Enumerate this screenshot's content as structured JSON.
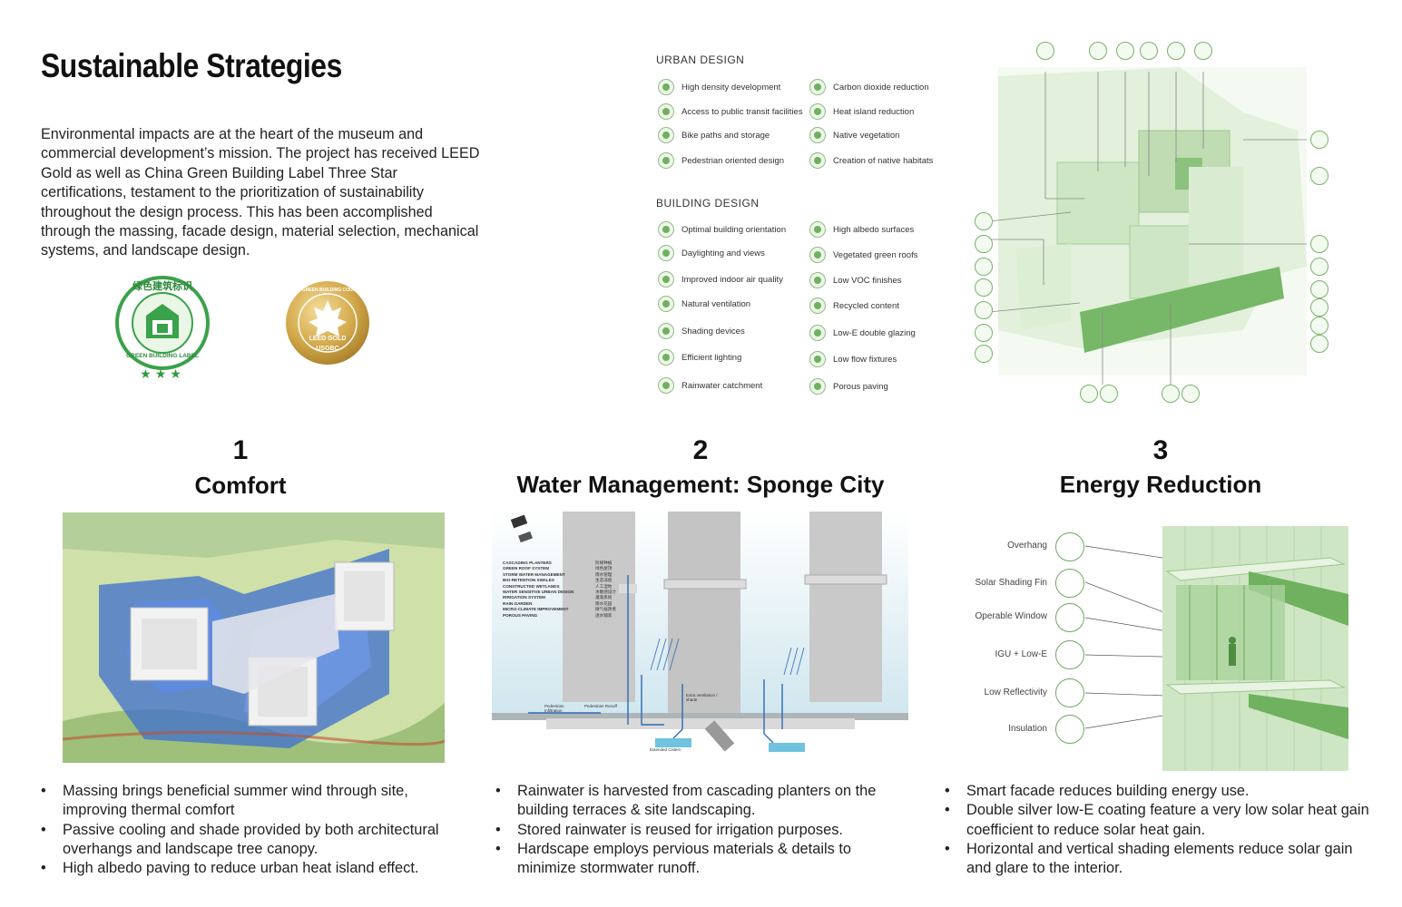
{
  "header": {
    "title": "Sustainable Strategies",
    "intro": "Environmental impacts are at the heart of the museum and commercial development’s mission. The project has received LEED Gold as well as China Green Building Label Three Star certifications, testament to the prioritization of sustainability throughout the design process. This has been accomplished through the massing, facade design, material selection, mechanical systems, and landscape design."
  },
  "badges": {
    "china_label": {
      "chinese": "绿色建筑标识",
      "english": "GREEN BUILDING LABEL",
      "stars": "★★★"
    },
    "leed": {
      "ring": "U.S. GREEN BUILDING COUNCIL",
      "level": "LEED GOLD",
      "org": "USGBC"
    }
  },
  "legend": {
    "urban_heading": "URBAN DESIGN",
    "urban_left": [
      "High density development",
      "Access to public transit facilities",
      "Bike paths and storage",
      "Pedestrian oriented design"
    ],
    "urban_right": [
      "Carbon dioxide reduction",
      "Heat island reduction",
      "Native vegetation",
      "Creation of native habitats"
    ],
    "building_heading": "BUILDING DESIGN",
    "building_left": [
      "Optimal building orientation",
      "Daylighting and views",
      "Improved indoor air quality",
      "Natural ventilation",
      "Shading devices",
      "Efficient lighting",
      "Rainwater catchment"
    ],
    "building_right": [
      "High albedo surfaces",
      "Vegetated green roofs",
      "Low VOC finishes",
      "Recycled content",
      "Low-E double glazing",
      "Low flow fixtures",
      "Porous paving"
    ]
  },
  "sections": [
    {
      "num": "1",
      "title": "Comfort",
      "bullets": [
        "Massing brings beneficial summer wind through site, improving thermal comfort",
        "Passive cooling and shade provided by both architectural overhangs and landscape tree canopy.",
        "High albedo paving to reduce urban heat island effect."
      ]
    },
    {
      "num": "2",
      "title": "Water Management: Sponge City",
      "bullets": [
        "Rainwater is harvested from cascading planters on the building terraces & site landscaping.",
        "Stored rainwater is reused for irrigation purposes.",
        "Hardscape employs pervious materials & details to minimize stormwater runoff."
      ]
    },
    {
      "num": "3",
      "title": "Energy Reduction",
      "bullets": [
        "Smart facade reduces building energy use.",
        "Double silver low-E coating feature a very low solar heat gain coefficient to reduce solar heat gain.",
        "Horizontal and vertical shading elements reduce solar gain and glare to the interior."
      ]
    }
  ],
  "water_labels": [
    "CASCADING PLANTERS",
    "GREEN ROOF SYSTEM",
    "STORM WATER MANAGEMENT",
    "BIO-RETENTION SWALES",
    "CONSTRUCTED WETLANDS",
    "WATER SENSITIVE URBAN DESIGN",
    "IRRIGATION SYSTEM",
    "RAIN GARDEN",
    "MICRO-CLIMATE IMPROVEMENT",
    "POROUS PAVING"
  ],
  "water_chinese": [
    "阶梯种植",
    "绿色屋顶",
    "雨水管理",
    "生态滞留",
    "人工湿地",
    "水敏感设计",
    "灌溉系统",
    "雨水花园",
    "微气候改善",
    "透水铺装"
  ],
  "water_small": [
    "Pedestrian Infiltration",
    "Pedestrian Runoff",
    "Extra ventilation / shade",
    "Extended Cistern"
  ],
  "facade_labels": [
    "Overhang",
    "Solar Shading Fin",
    "Operable Window",
    "IGU + Low-E",
    "Low Reflectivity",
    "Insulation"
  ],
  "colors": {
    "green": "#6fb15f",
    "light_green": "#cfe6c4",
    "blue": "#3d6fd0"
  }
}
